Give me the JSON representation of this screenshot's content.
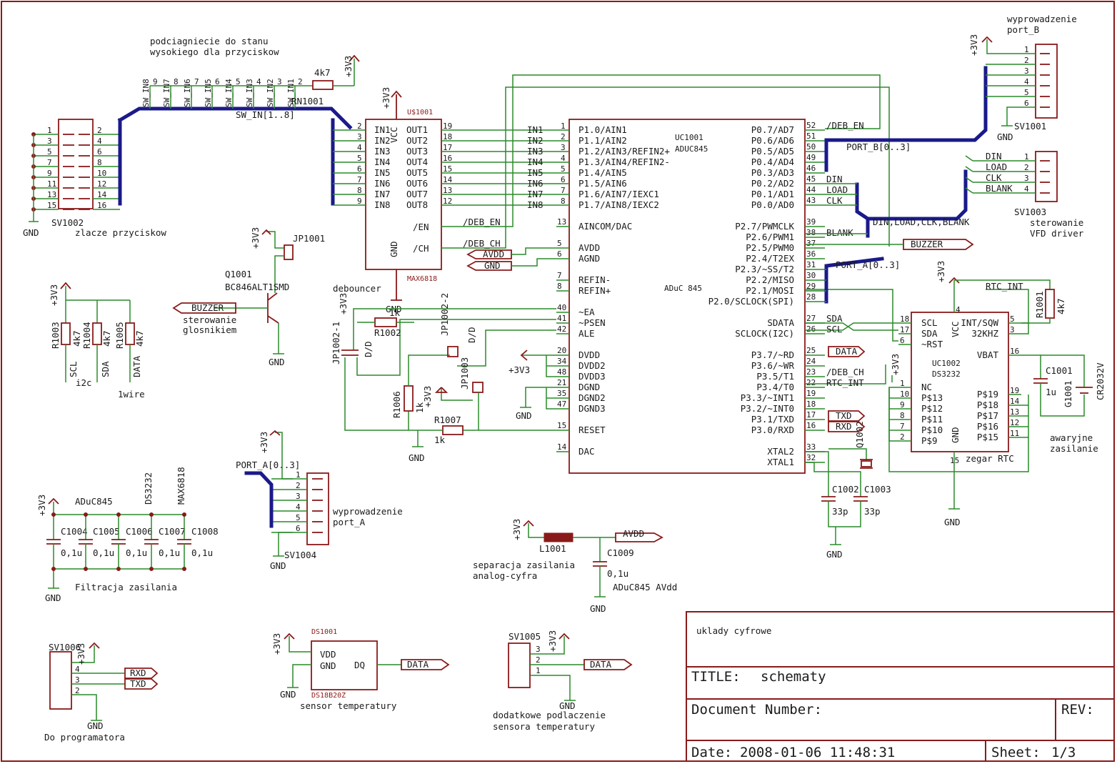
{
  "sheet": {
    "title_block": {
      "project": "uklady cyfrowe",
      "title_label": "TITLE:",
      "title_value": "schematy",
      "docnum_label": "Document Number:",
      "rev_label": "REV:",
      "date_label": "Date:",
      "date_value": "2008-01-06 11:48:31",
      "sheet_label": "Sheet:",
      "sheet_value": "1/3"
    }
  },
  "notes": {
    "pullup_1": "podciagniecie do stanu",
    "pullup_2": "wysokiego dla przyciskow",
    "sw_conn": "zlacze przyciskow",
    "debouncer": "debouncer",
    "buzzer_1": "sterowanie",
    "buzzer_2": "glosnikiem",
    "i2c": "i2c",
    "onewire": "1wire",
    "port_a_1": "wyprowadzenie",
    "port_a_2": "port_A",
    "port_b_1": "wyprowadzenie",
    "port_b_2": "port_B",
    "vfd_1": "sterowanie",
    "vfd_2": "VFD driver",
    "filter": "Filtracja zasilania",
    "analog_1": "separacja zasilania",
    "analog_2": "analog-cyfra",
    "avdd_note": "ADuC845 AVdd",
    "backup_1": "awaryjne",
    "backup_2": "zasilanie",
    "rtc": "zegar RTC",
    "programmer": "Do programatora",
    "temp_sensor": "sensor temperatury",
    "extra_1": "dodatkowe podlaczenie",
    "extra_2": "sensora temperatury"
  },
  "nets": {
    "p3v3": "+3V3",
    "gnd": "GND",
    "sw_bus": "SW_IN[1..8]",
    "port_b_bus": "PORT_B[0..3]",
    "port_a_bus": "PORT_A[0..3]",
    "port_a_bus_left": "PORT_A[0..3]",
    "vfd_bus": "DIN,LOAD,CLK,BLANK",
    "deb_en": "/DEB_EN",
    "deb_ch": "/DEB_CH",
    "buzzer": "BUZZER",
    "avdd": "AVDD",
    "data": "DATA",
    "txd": "TXD",
    "rxd": "RXD",
    "sda": "SDA",
    "scl": "SCL",
    "rtc_int": "RTC_INT",
    "din": "DIN",
    "load": "LOAD",
    "clk": "CLK",
    "blank": "BLANK",
    "sw_in_labels": [
      "SW_IN8",
      "SW_IN7",
      "SW_IN6",
      "SW_IN5",
      "SW_IN4",
      "SW_IN3",
      "SW_IN2",
      "SW_IN1"
    ],
    "in_labels": [
      "IN1",
      "IN2",
      "IN3",
      "IN4",
      "IN5",
      "IN6",
      "IN7",
      "IN8"
    ]
  },
  "parts": {
    "rn1001": {
      "name": "RN1001",
      "value": "4k7"
    },
    "u1001": {
      "name": "U$1001",
      "value": "MAX6818",
      "vcc": "VCC",
      "gnd": "GND",
      "en": "/EN",
      "ch": "/CH",
      "in_pins": [
        "IN1",
        "IN2",
        "IN3",
        "IN4",
        "IN5",
        "IN6",
        "IN7",
        "IN8"
      ],
      "out_pins": [
        "OUT1",
        "OUT2",
        "OUT3",
        "OUT4",
        "OUT5",
        "OUT6",
        "OUT7",
        "OUT8"
      ]
    },
    "uc1001": {
      "name": "UC1001",
      "value": "ADUC845",
      "value2": "ADuC 845",
      "left": [
        "P1.0/AIN1",
        "P1.1/AIN2",
        "P1.2/AIN3/REFIN2+",
        "P1.3/AIN4/REFIN2-",
        "P1.4/AIN5",
        "P1.5/AIN6",
        "P1.6/AIN7/IEXC1",
        "P1.7/AIN8/IEXC2",
        "AINCOM/DAC",
        "AVDD",
        "AGND",
        "REFIN-",
        "REFIN+",
        "~EA",
        "~PSEN",
        "ALE",
        "DVDD",
        "DVDD2",
        "DVDD3",
        "DGND",
        "DGND2",
        "DGND3",
        "RESET",
        "DAC"
      ],
      "right": [
        "P0.7/AD7",
        "P0.6/AD6",
        "P0.5/AD5",
        "P0.4/AD4",
        "P0.3/AD3",
        "P0.2/AD2",
        "P0.1/AD1",
        "P0.0/AD0",
        "P2.7/PWMCLK",
        "P2.6/PWM1",
        "P2.5/PWM0",
        "P2.4/T2EX",
        "P2.3/~SS/T2",
        "P2.2/MISO",
        "P2.1/MOSI",
        "P2.0/SCLOCK(SPI)",
        "SDATA",
        "SCLOCK(I2C)",
        "P3.7/~RD",
        "P3.6/~WR",
        "P3.5/T1",
        "P3.4/T0",
        "P3.3/~INT1",
        "P3.2/~INT0",
        "P3.1/TXD",
        "P3.0/RXD",
        "XTAL2",
        "XTAL1"
      ]
    },
    "uc1002": {
      "name": "UC1002",
      "value": "DS3232",
      "left": [
        "SCL",
        "SDA",
        "~RST",
        "NC",
        "P$13",
        "P$12",
        "P$11",
        "P$10",
        "P$9"
      ],
      "right": [
        "INT/SQW",
        "32KHZ",
        "VBAT",
        "P$19",
        "P$18",
        "P$17",
        "P$16",
        "P$15"
      ],
      "vcc": "VCC",
      "gnd": "GND"
    },
    "jp1001": {
      "name": "JP1001"
    },
    "jp1002": {
      "name": "JP1002-1",
      "name2": "JP1002-2",
      "dd": "D/D"
    },
    "jp1003": {
      "name": "JP1003"
    },
    "q1001": {
      "name": "Q1001",
      "value": "BC846ALT1SMD"
    },
    "r1002": {
      "name": "R1002",
      "value": "1k"
    },
    "r1006": {
      "name": "R1006",
      "value": "1k"
    },
    "r1007": {
      "name": "R1007",
      "value": "1k"
    },
    "r1003": {
      "name": "R1003",
      "value": "4k7",
      "net": "SCL"
    },
    "r1004": {
      "name": "R1004",
      "value": "4k7",
      "net": "SDA"
    },
    "r1005": {
      "name": "R1005",
      "value": "4k7",
      "net": "DATA"
    },
    "r1001": {
      "name": "R1001",
      "value": "4k7"
    },
    "sv1001": {
      "name": "SV1001"
    },
    "sv1002": {
      "name": "SV1002"
    },
    "sv1003": {
      "name": "SV1003"
    },
    "sv1004": {
      "name": "SV1004"
    },
    "sv1005": {
      "name": "SV1005"
    },
    "sv1006": {
      "name": "SV1006"
    },
    "caps": {
      "group_labels": [
        "ADuC845",
        "DS3232",
        "MAX6818"
      ],
      "names": [
        "C1004",
        "C1005",
        "C1006",
        "C1007",
        "C1008"
      ],
      "value": "0,1u"
    },
    "c1002": {
      "name": "C1002",
      "value": "33p"
    },
    "c1003": {
      "name": "C1003",
      "value": "33p"
    },
    "c1009": {
      "name": "C1009",
      "value": "0,1u"
    },
    "c1001": {
      "name": "C1001",
      "value": "1u"
    },
    "g1001": {
      "name": "G1001",
      "value": "CR2032V"
    },
    "q1002": {
      "name": "Q1002"
    },
    "l1001": {
      "name": "L1001"
    },
    "ds1001": {
      "name": "DS1001",
      "value": "DS18B20Z",
      "vdd": "VDD",
      "gnd": "GND",
      "dq": "DQ"
    }
  }
}
